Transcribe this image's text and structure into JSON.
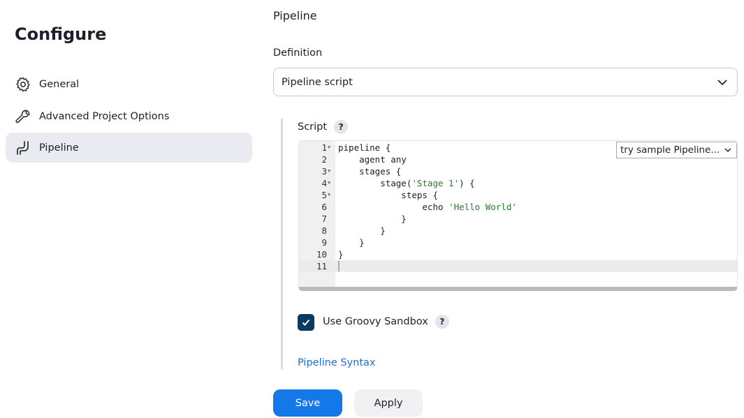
{
  "sidebar": {
    "title": "Configure",
    "items": [
      {
        "label": "General",
        "icon": "gear-icon"
      },
      {
        "label": "Advanced Project Options",
        "icon": "wrench-icon"
      },
      {
        "label": "Pipeline",
        "icon": "pipeline-icon",
        "active": true
      }
    ]
  },
  "main": {
    "section_title": "Pipeline",
    "definition_label": "Definition",
    "definition_value": "Pipeline script",
    "script_label": "Script",
    "help": "?",
    "sample_select": "try sample Pipeline...",
    "lines": [
      [
        {
          "t": "pipeline {"
        }
      ],
      [
        {
          "t": "    agent any"
        }
      ],
      [
        {
          "t": "    stages {"
        }
      ],
      [
        {
          "t": "        stage("
        },
        {
          "t": "'Stage 1'",
          "s": 1
        },
        {
          "t": ") {"
        }
      ],
      [
        {
          "t": "            steps {"
        }
      ],
      [
        {
          "t": "                echo "
        },
        {
          "t": "'Hello World'",
          "s": 1
        }
      ],
      [
        {
          "t": "            }"
        }
      ],
      [
        {
          "t": "        }"
        }
      ],
      [
        {
          "t": "    }"
        }
      ],
      [
        {
          "t": "}"
        }
      ],
      [
        {
          "t": ""
        }
      ]
    ],
    "foldable": [
      1,
      3,
      4,
      5
    ],
    "current_line": 11,
    "sandbox_label": "Use Groovy Sandbox",
    "sandbox_checked": true,
    "syntax_link": "Pipeline Syntax"
  },
  "footer": {
    "save": "Save",
    "apply": "Apply"
  },
  "colors": {
    "primary": "#1478e8",
    "checkbox": "#0b3a5e",
    "string": "#2b7a2b",
    "link": "#1769c9"
  }
}
